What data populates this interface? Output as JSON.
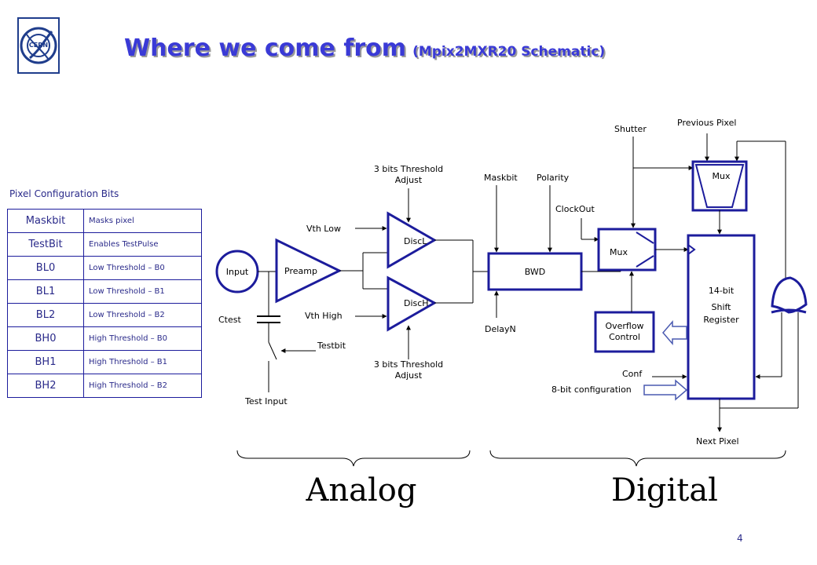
{
  "title": {
    "main": "Where we come from",
    "sub": "(Mpix2MXR20 Schematic)"
  },
  "logo": {
    "text": "CERN"
  },
  "config": {
    "heading": "Pixel Configuration Bits",
    "rows": [
      {
        "name": "Maskbit",
        "desc": "Masks pixel"
      },
      {
        "name": "TestBit",
        "desc": "Enables TestPulse"
      },
      {
        "name": "BL0",
        "desc": "Low Threshold – B0"
      },
      {
        "name": "BL1",
        "desc": "Low Threshold – B1"
      },
      {
        "name": "BL2",
        "desc": "Low Threshold – B2"
      },
      {
        "name": "BH0",
        "desc": "High Threshold – B0"
      },
      {
        "name": "BH1",
        "desc": "High Threshold – B1"
      },
      {
        "name": "BH2",
        "desc": "High Threshold – B2"
      }
    ]
  },
  "schematic": {
    "input": "Input",
    "preamp": "Preamp",
    "ctest": "Ctest",
    "testbit": "Testbit",
    "test_input": "Test Input",
    "vth_low": "Vth Low",
    "vth_high": "Vth High",
    "disc_l": "DiscL",
    "disc_h": "DiscH",
    "thr_adjust_top_1": "3 bits Threshold",
    "thr_adjust_top_2": "Adjust",
    "thr_adjust_bottom_1": "3 bits Threshold",
    "thr_adjust_bottom_2": "Adjust",
    "maskbit": "Maskbit",
    "polarity": "Polarity",
    "bwd": "BWD",
    "delayn": "DelayN",
    "clockout": "ClockOut",
    "shutter": "Shutter",
    "previous_pixel": "Previous Pixel",
    "mux_top": "Mux",
    "mux_clock": "Mux",
    "shift_register_1": "14-bit",
    "shift_register_2": "Shift",
    "shift_register_3": "Register",
    "overflow_1": "Overflow",
    "overflow_2": "Control",
    "conf": "Conf",
    "config_8bit": "8-bit configuration",
    "next_pixel": "Next Pixel",
    "analog": "Analog",
    "digital": "Digital"
  },
  "page_number": "4",
  "colors": {
    "accent": "#3a3ad6",
    "line": "#1c1c9c",
    "text": "#2a2a8a"
  }
}
